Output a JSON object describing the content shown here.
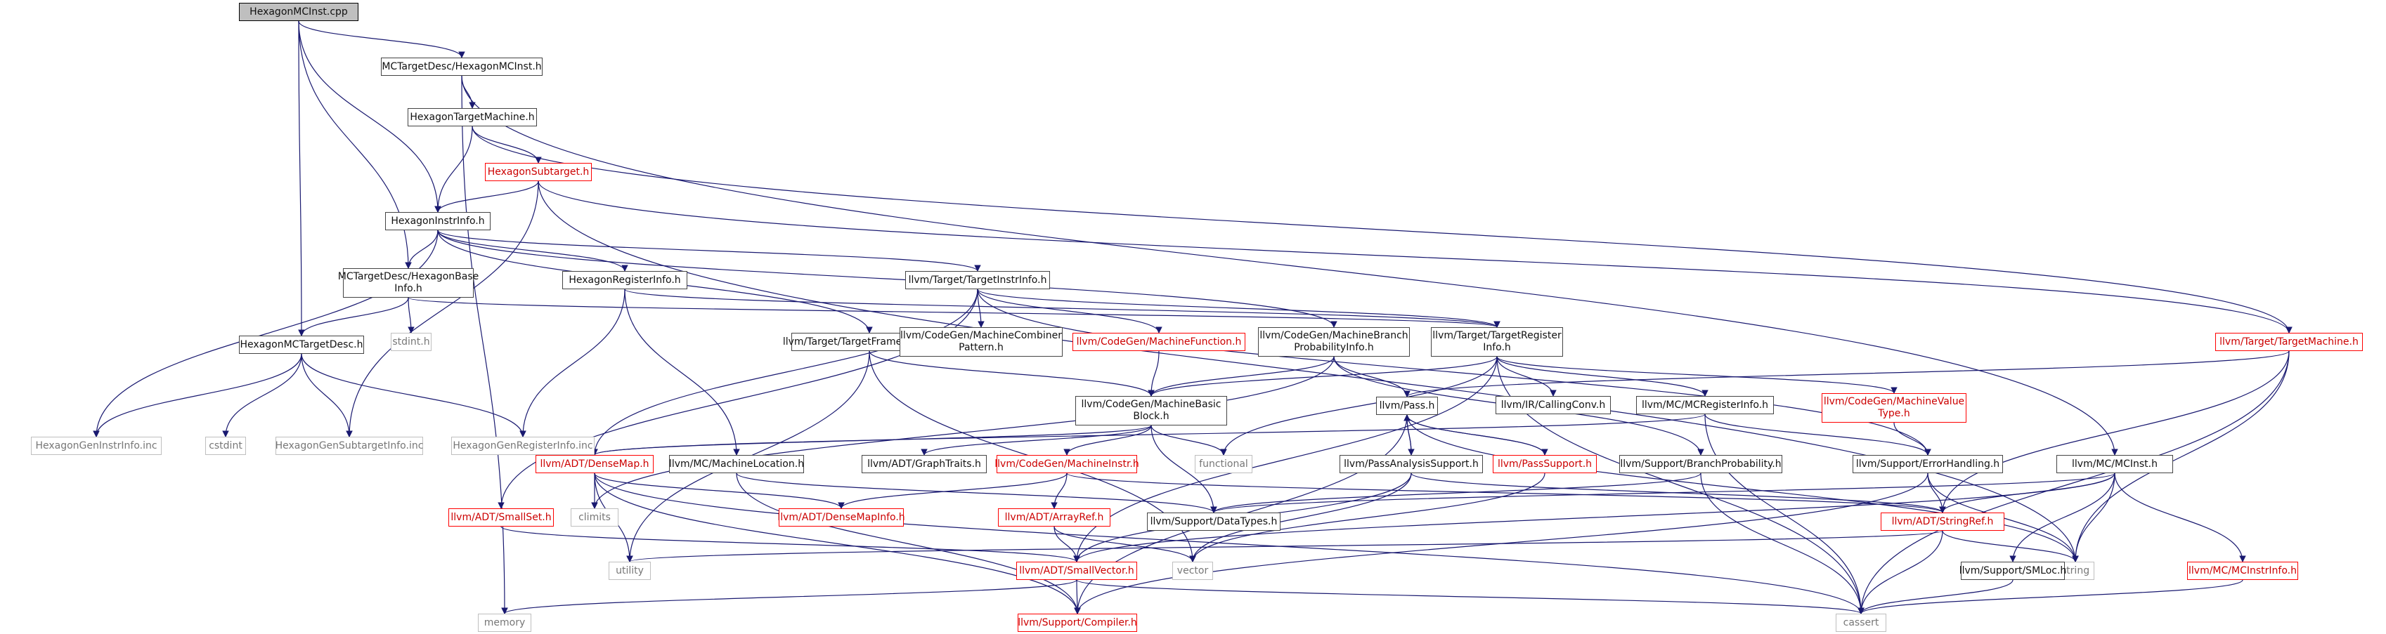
{
  "diagram": {
    "style": {
      "edge_color": "#191970",
      "root_fill": "#bfbfbf",
      "linked_border": "#444444",
      "truncated_border": "#ff0000",
      "external_border": "#bfbfbf"
    },
    "nodes": [
      {
        "id": "root",
        "label": "HexagonMCInst.cpp",
        "kind": "root"
      },
      {
        "id": "mctd_mcinst",
        "label": "MCTargetDesc/HexagonMCInst.h",
        "kind": "linked"
      },
      {
        "id": "hex_tm",
        "label": "HexagonTargetMachine.h",
        "kind": "linked"
      },
      {
        "id": "hex_sub",
        "label": "HexagonSubtarget.h",
        "kind": "truncated"
      },
      {
        "id": "hex_ii",
        "label": "HexagonInstrInfo.h",
        "kind": "linked"
      },
      {
        "id": "mctd_base",
        "label": "MCTargetDesc/HexagonBase\nInfo.h",
        "kind": "linked"
      },
      {
        "id": "hex_ri",
        "label": "HexagonRegisterInfo.h",
        "kind": "linked"
      },
      {
        "id": "tti",
        "label": "llvm/Target/TargetInstrInfo.h",
        "kind": "linked"
      },
      {
        "id": "hex_mctd",
        "label": "HexagonMCTargetDesc.h",
        "kind": "linked"
      },
      {
        "id": "stdint",
        "label": "stdint.h",
        "kind": "external"
      },
      {
        "id": "tfl",
        "label": "llvm/Target/TargetFrameLowering.h",
        "kind": "linked"
      },
      {
        "id": "mcp",
        "label": "llvm/CodeGen/MachineCombiner\nPattern.h",
        "kind": "linked"
      },
      {
        "id": "mfunc",
        "label": "llvm/CodeGen/MachineFunction.h",
        "kind": "truncated"
      },
      {
        "id": "mbpi",
        "label": "llvm/CodeGen/MachineBranch\nProbabilityInfo.h",
        "kind": "linked"
      },
      {
        "id": "tri",
        "label": "llvm/Target/TargetRegister\nInfo.h",
        "kind": "linked"
      },
      {
        "id": "ttm",
        "label": "llvm/Target/TargetMachine.h",
        "kind": "truncated"
      },
      {
        "id": "gen_ii",
        "label": "HexagonGenInstrInfo.inc",
        "kind": "external"
      },
      {
        "id": "cstdint",
        "label": "cstdint",
        "kind": "external"
      },
      {
        "id": "gen_si",
        "label": "HexagonGenSubtargetInfo.inc",
        "kind": "external"
      },
      {
        "id": "gen_ri",
        "label": "HexagonGenRegisterInfo.inc",
        "kind": "external"
      },
      {
        "id": "mbb",
        "label": "llvm/CodeGen/MachineBasic\nBlock.h",
        "kind": "linked"
      },
      {
        "id": "pass",
        "label": "llvm/Pass.h",
        "kind": "linked"
      },
      {
        "id": "cconv",
        "label": "llvm/IR/CallingConv.h",
        "kind": "linked"
      },
      {
        "id": "mcri",
        "label": "llvm/MC/MCRegisterInfo.h",
        "kind": "linked"
      },
      {
        "id": "mvt",
        "label": "llvm/CodeGen/MachineValue\nType.h",
        "kind": "truncated"
      },
      {
        "id": "densemap",
        "label": "llvm/ADT/DenseMap.h",
        "kind": "truncated"
      },
      {
        "id": "mcml",
        "label": "llvm/MC/MachineLocation.h",
        "kind": "linked"
      },
      {
        "id": "gtraits",
        "label": "llvm/ADT/GraphTraits.h",
        "kind": "linked"
      },
      {
        "id": "minstr",
        "label": "llvm/CodeGen/MachineInstr.h",
        "kind": "truncated"
      },
      {
        "id": "functional",
        "label": "functional",
        "kind": "external"
      },
      {
        "id": "pas",
        "label": "llvm/PassAnalysisSupport.h",
        "kind": "linked"
      },
      {
        "id": "psupport",
        "label": "llvm/PassSupport.h",
        "kind": "truncated"
      },
      {
        "id": "bprob",
        "label": "llvm/Support/BranchProbability.h",
        "kind": "linked"
      },
      {
        "id": "errh",
        "label": "llvm/Support/ErrorHandling.h",
        "kind": "linked"
      },
      {
        "id": "mcinst",
        "label": "llvm/MC/MCInst.h",
        "kind": "linked"
      },
      {
        "id": "smallset",
        "label": "llvm/ADT/SmallSet.h",
        "kind": "truncated"
      },
      {
        "id": "climits",
        "label": "climits",
        "kind": "external"
      },
      {
        "id": "dmi",
        "label": "llvm/ADT/DenseMapInfo.h",
        "kind": "truncated"
      },
      {
        "id": "arrayref",
        "label": "llvm/ADT/ArrayRef.h",
        "kind": "truncated"
      },
      {
        "id": "datatypes",
        "label": "llvm/Support/DataTypes.h",
        "kind": "linked"
      },
      {
        "id": "stringref",
        "label": "llvm/ADT/StringRef.h",
        "kind": "truncated"
      },
      {
        "id": "utility",
        "label": "utility",
        "kind": "external"
      },
      {
        "id": "smallvec",
        "label": "llvm/ADT/SmallVector.h",
        "kind": "truncated"
      },
      {
        "id": "vector",
        "label": "vector",
        "kind": "external"
      },
      {
        "id": "string",
        "label": "string",
        "kind": "external"
      },
      {
        "id": "smloc",
        "label": "llvm/Support/SMLoc.h",
        "kind": "linked"
      },
      {
        "id": "mcii",
        "label": "llvm/MC/MCInstrInfo.h",
        "kind": "truncated"
      },
      {
        "id": "memory",
        "label": "memory",
        "kind": "external"
      },
      {
        "id": "compiler",
        "label": "llvm/Support/Compiler.h",
        "kind": "truncated"
      },
      {
        "id": "cassert",
        "label": "cassert",
        "kind": "external"
      }
    ],
    "edges": [
      [
        "root",
        "mctd_mcinst"
      ],
      [
        "root",
        "hex_ii"
      ],
      [
        "root",
        "mctd_base"
      ],
      [
        "root",
        "hex_mctd"
      ],
      [
        "mctd_mcinst",
        "hex_tm"
      ],
      [
        "mctd_mcinst",
        "mcinst"
      ],
      [
        "mctd_mcinst",
        "memory"
      ],
      [
        "hex_tm",
        "hex_ii"
      ],
      [
        "hex_tm",
        "hex_sub"
      ],
      [
        "hex_tm",
        "ttm"
      ],
      [
        "hex_sub",
        "hex_ii"
      ],
      [
        "hex_sub",
        "ttm"
      ],
      [
        "hex_sub",
        "string"
      ],
      [
        "hex_sub",
        "gen_si"
      ],
      [
        "hex_ii",
        "mctd_base"
      ],
      [
        "hex_ii",
        "hex_ri"
      ],
      [
        "hex_ii",
        "tti"
      ],
      [
        "hex_ii",
        "mbpi"
      ],
      [
        "hex_ii",
        "tfl"
      ],
      [
        "hex_ii",
        "gen_ii"
      ],
      [
        "mctd_base",
        "hex_mctd"
      ],
      [
        "mctd_base",
        "stdint"
      ],
      [
        "mctd_base",
        "tri"
      ],
      [
        "hex_mctd",
        "gen_ii"
      ],
      [
        "hex_mctd",
        "cstdint"
      ],
      [
        "hex_mctd",
        "gen_si"
      ],
      [
        "hex_mctd",
        "gen_ri"
      ],
      [
        "hex_ri",
        "tri"
      ],
      [
        "hex_ri",
        "mcml"
      ],
      [
        "hex_ri",
        "gen_ri"
      ],
      [
        "tti",
        "mcp"
      ],
      [
        "tti",
        "mfunc"
      ],
      [
        "tti",
        "tri"
      ],
      [
        "tti",
        "densemap"
      ],
      [
        "tti",
        "smallset"
      ],
      [
        "tti",
        "errh"
      ],
      [
        "tfl",
        "mbb"
      ],
      [
        "tfl",
        "vector"
      ],
      [
        "tfl",
        "utility"
      ],
      [
        "mfunc",
        "mbb"
      ],
      [
        "mbpi",
        "mbb"
      ],
      [
        "mbpi",
        "pass"
      ],
      [
        "mbpi",
        "bprob"
      ],
      [
        "mbpi",
        "climits"
      ],
      [
        "tri",
        "mbb"
      ],
      [
        "tri",
        "cconv"
      ],
      [
        "tri",
        "mcri"
      ],
      [
        "tri",
        "mvt"
      ],
      [
        "tri",
        "functional"
      ],
      [
        "tri",
        "smallvec"
      ],
      [
        "tri",
        "cassert"
      ],
      [
        "ttm",
        "pass"
      ],
      [
        "ttm",
        "stringref"
      ],
      [
        "ttm",
        "string"
      ],
      [
        "ttm",
        "cassert"
      ],
      [
        "mbb",
        "gtraits"
      ],
      [
        "mbb",
        "minstr"
      ],
      [
        "mbb",
        "functional"
      ],
      [
        "mbb",
        "datatypes"
      ],
      [
        "mbb",
        "densemap"
      ],
      [
        "pass",
        "pas"
      ],
      [
        "pass",
        "psupport"
      ],
      [
        "pass",
        "string"
      ],
      [
        "pass",
        "compiler"
      ],
      [
        "mcri",
        "errh"
      ],
      [
        "mcri",
        "densemap"
      ],
      [
        "mcri",
        "cassert"
      ],
      [
        "mvt",
        "errh"
      ],
      [
        "densemap",
        "dmi"
      ],
      [
        "densemap",
        "climits"
      ],
      [
        "densemap",
        "utility"
      ],
      [
        "densemap",
        "compiler"
      ],
      [
        "densemap",
        "cassert"
      ],
      [
        "mcml",
        "datatypes"
      ],
      [
        "mcml",
        "compiler"
      ],
      [
        "minstr",
        "dmi"
      ],
      [
        "minstr",
        "arrayref"
      ],
      [
        "minstr",
        "stringref"
      ],
      [
        "pas",
        "smallvec"
      ],
      [
        "pas",
        "stringref"
      ],
      [
        "pas",
        "vector"
      ],
      [
        "pas",
        "pass"
      ],
      [
        "psupport",
        "pass"
      ],
      [
        "psupport",
        "vector"
      ],
      [
        "bprob",
        "datatypes"
      ],
      [
        "bprob",
        "cassert"
      ],
      [
        "errh",
        "stringref"
      ],
      [
        "errh",
        "compiler"
      ],
      [
        "errh",
        "string"
      ],
      [
        "mcinst",
        "stringref"
      ],
      [
        "mcinst",
        "smloc"
      ],
      [
        "mcinst",
        "smallvec"
      ],
      [
        "mcinst",
        "string"
      ],
      [
        "mcinst",
        "datatypes"
      ],
      [
        "mcinst",
        "mcii"
      ],
      [
        "smallset",
        "smallvec"
      ],
      [
        "arrayref",
        "smallvec"
      ],
      [
        "arrayref",
        "vector"
      ],
      [
        "stringref",
        "cassert"
      ],
      [
        "stringref",
        "string"
      ],
      [
        "stringref",
        "utility"
      ],
      [
        "smallvec",
        "compiler"
      ],
      [
        "smallvec",
        "cassert"
      ],
      [
        "smallvec",
        "memory"
      ],
      [
        "smloc",
        "cassert"
      ],
      [
        "mcii",
        "cassert"
      ]
    ]
  }
}
